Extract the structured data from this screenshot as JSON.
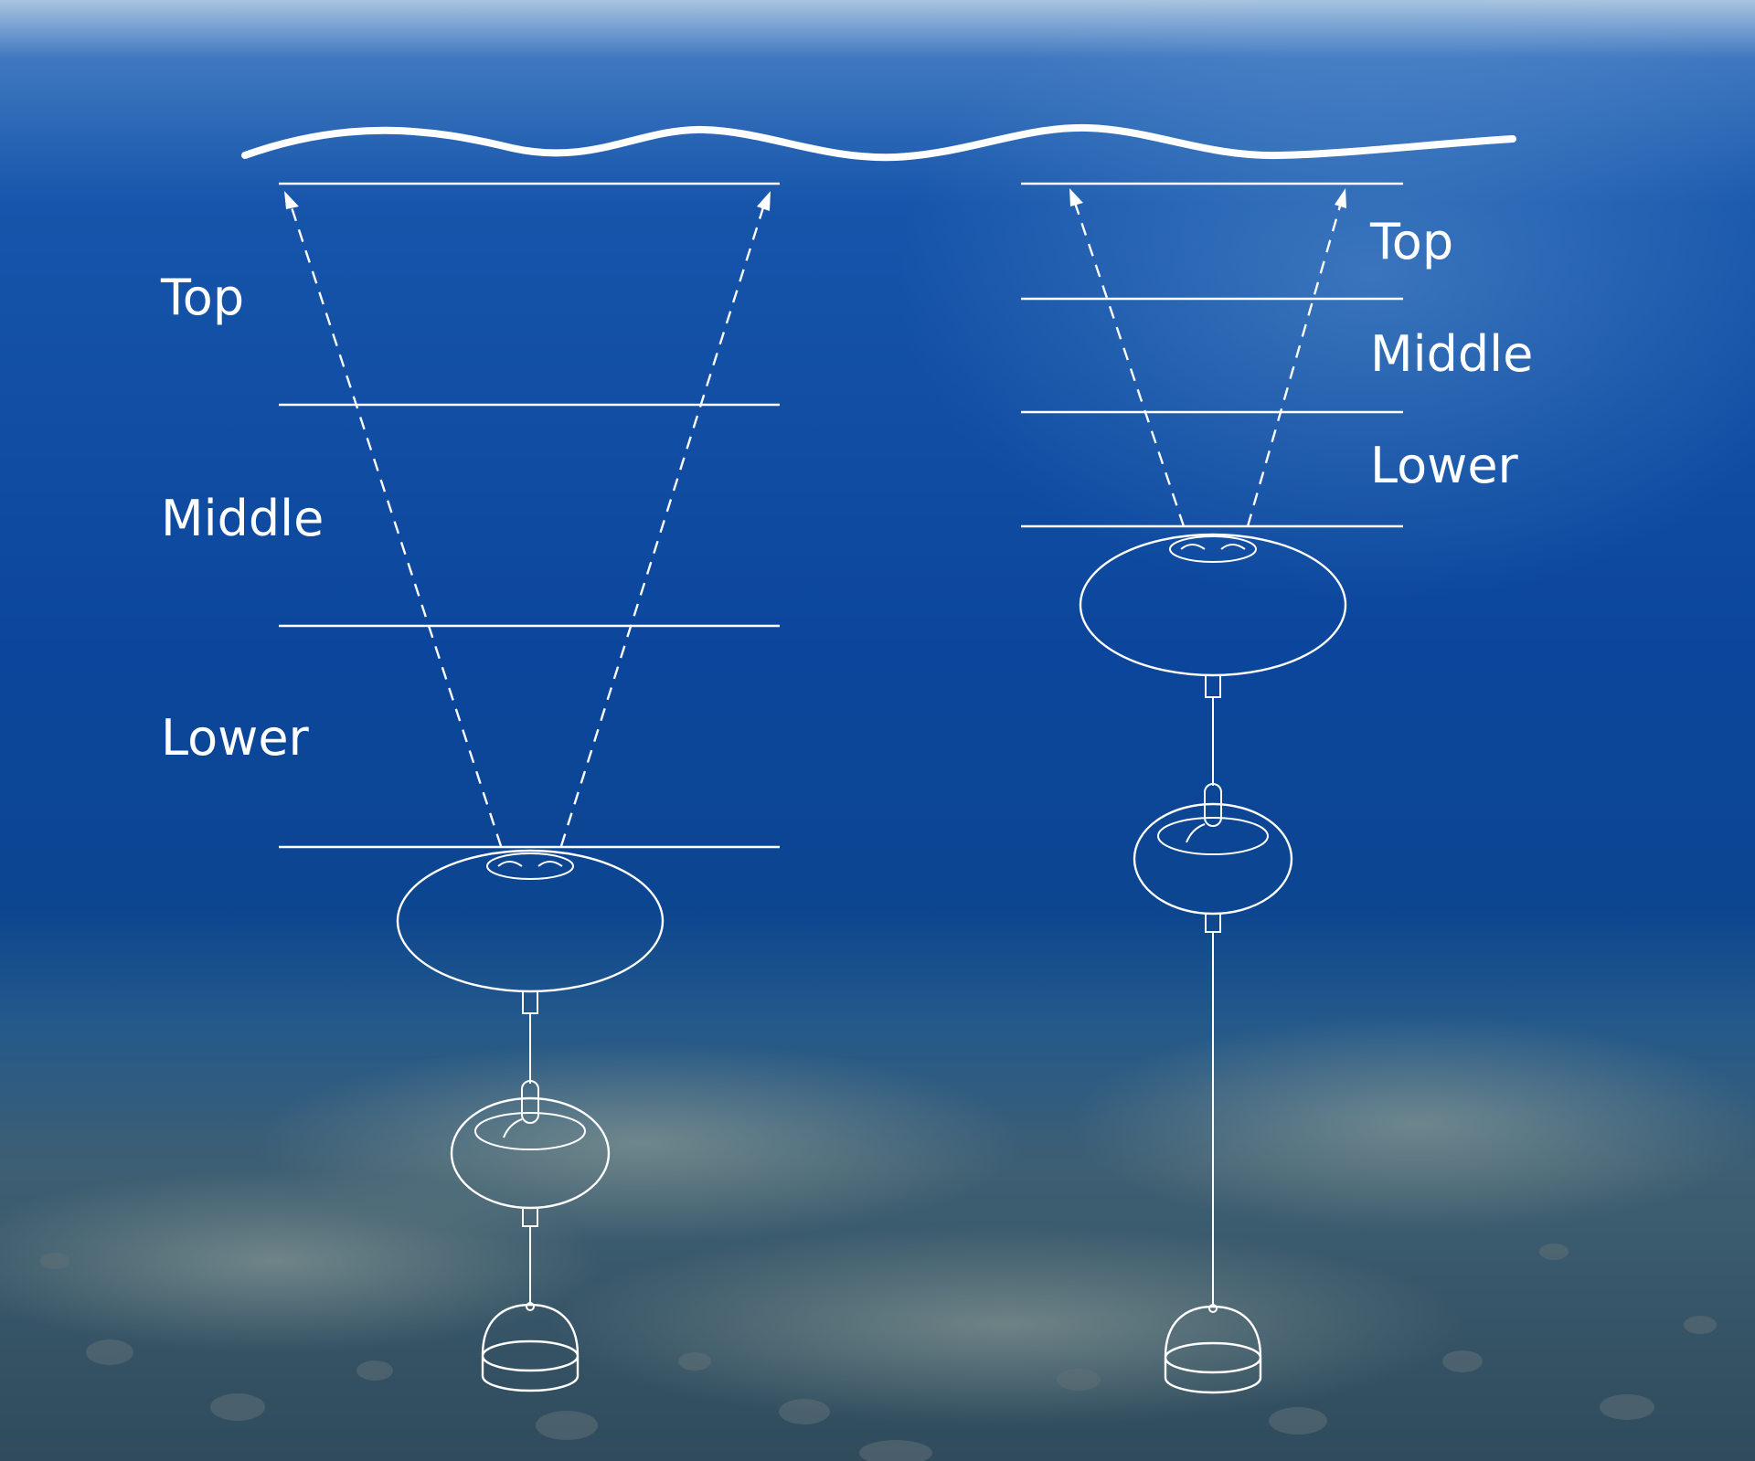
{
  "colors": {
    "water_surface": "#4f86c6",
    "water_mid": "#0d4aa0",
    "water_deep": "#0a3878",
    "seabed": "#4a5d66",
    "line_art": "#ffffff"
  },
  "left_diagram": {
    "zones": [
      {
        "label": "Top"
      },
      {
        "label": "Middle"
      },
      {
        "label": "Lower"
      }
    ]
  },
  "right_diagram": {
    "zones": [
      {
        "label": "Top"
      },
      {
        "label": "Middle"
      },
      {
        "label": "Lower"
      }
    ]
  },
  "icons": [
    "water-surface-wave-icon",
    "current-profiler-buoy-icon",
    "acoustic-release-float-icon",
    "anchor-weight-icon"
  ]
}
